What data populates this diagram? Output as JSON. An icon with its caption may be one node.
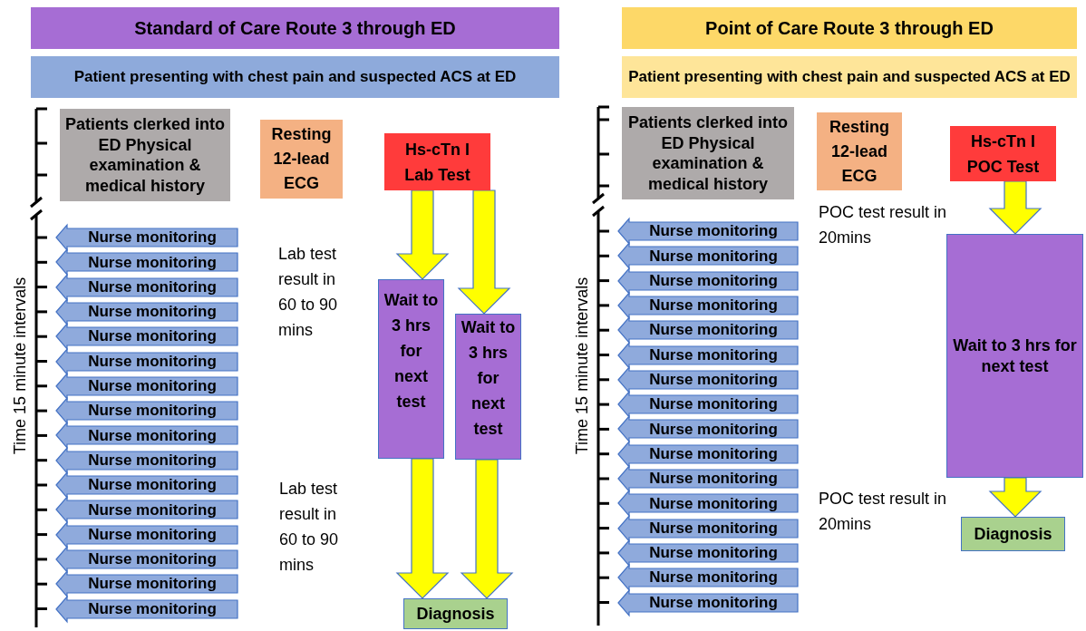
{
  "diagram": {
    "nodes": [
      {
        "text": [
          "Standard of Care Route 3 through ED"
        ]
      },
      {
        "text": [
          "Patient presenting with chest pain and suspected ACS at ED"
        ]
      },
      {
        "text": [
          "Patients clerked into ED Physical examination & medical history"
        ]
      },
      {
        "text": [
          "Resting 12-lead ECG"
        ]
      },
      {
        "text": [
          "Hs-cTn I Lab Test"
        ]
      },
      {
        "text": [
          "Nurse monitoring"
        ]
      },
      {
        "text": [
          "Nurse monitoring"
        ]
      },
      {
        "text": [
          "Nurse monitoring"
        ]
      },
      {
        "text": [
          "Nurse monitoring"
        ]
      },
      {
        "text": [
          "Nurse monitoring"
        ]
      },
      {
        "text": [
          "Nurse monitoring"
        ]
      },
      {
        "text": [
          "Nurse monitoring"
        ]
      },
      {
        "text": [
          "Nurse monitoring"
        ]
      },
      {
        "text": [
          "Nurse monitoring"
        ]
      },
      {
        "text": [
          "Nurse monitoring"
        ]
      },
      {
        "text": [
          "Nurse monitoring"
        ]
      },
      {
        "text": [
          "Nurse monitoring"
        ]
      },
      {
        "text": [
          "Nurse monitoring"
        ]
      },
      {
        "text": [
          "Nurse monitoring"
        ]
      },
      {
        "text": [
          "Nurse monitoring"
        ]
      },
      {
        "text": [
          "Nurse monitoring"
        ]
      },
      {
        "text": [
          "Wait to 3 hrs for next test"
        ]
      },
      {
        "text": [
          "Wait to 3 hrs for next test"
        ]
      },
      {
        "text": [
          "Diagnosis"
        ]
      },
      {
        "text": [
          "Point of Care Route 3 through ED"
        ]
      },
      {
        "text": [
          "Patient presenting with chest pain and suspected ACS at ED"
        ]
      },
      {
        "text": [
          "Patients clerked into ED Physical examination & medical history"
        ]
      },
      {
        "text": [
          "Resting 12-lead ECG"
        ]
      },
      {
        "text": [
          "Hs-cTn I POC Test"
        ]
      },
      {
        "text": [
          "Nurse monitoring"
        ]
      },
      {
        "text": [
          "Nurse monitoring"
        ]
      },
      {
        "text": [
          "Nurse monitoring"
        ]
      },
      {
        "text": [
          "Nurse monitoring"
        ]
      },
      {
        "text": [
          "Nurse monitoring"
        ]
      },
      {
        "text": [
          "Nurse monitoring"
        ]
      },
      {
        "text": [
          "Nurse monitoring"
        ]
      },
      {
        "text": [
          "Nurse monitoring"
        ]
      },
      {
        "text": [
          "Nurse monitoring"
        ]
      },
      {
        "text": [
          "Nurse monitoring"
        ]
      },
      {
        "text": [
          "Nurse monitoring"
        ]
      },
      {
        "text": [
          "Nurse monitoring"
        ]
      },
      {
        "text": [
          "Nurse monitoring"
        ]
      },
      {
        "text": [
          "Nurse monitoring"
        ]
      },
      {
        "text": [
          "Nurse monitoring"
        ]
      },
      {
        "text": [
          "Nurse monitoring"
        ]
      },
      {
        "text": [
          "Wait to 3 hrs for next test"
        ]
      },
      {
        "text": [
          "Diagnosis"
        ]
      }
    ],
    "edges": [
      {
        "from": 4,
        "to": 21,
        "arrow": "to"
      },
      {
        "from": 4,
        "to": 22,
        "arrow": "to"
      },
      {
        "from": 21,
        "to": 23,
        "arrow": "to"
      },
      {
        "from": 22,
        "to": 23,
        "arrow": "to"
      },
      {
        "from": 28,
        "to": 45,
        "arrow": "to"
      },
      {
        "from": 45,
        "to": 46,
        "arrow": "to"
      }
    ],
    "labels": [
      "Time 15 minute intervals",
      "Lab test result in 60 to 90 mins",
      "Lab test result in 60 to 90 mins",
      "Time 15 minute intervals",
      "POC test result in 20mins",
      "POC test result in 20mins"
    ]
  }
}
